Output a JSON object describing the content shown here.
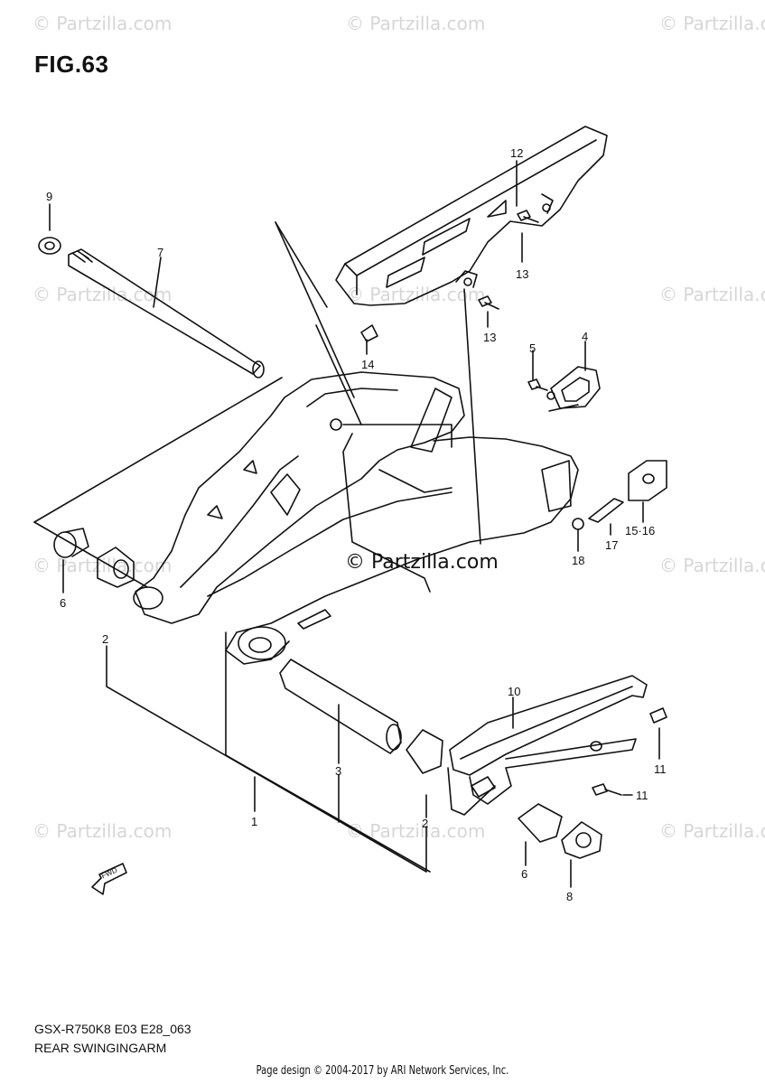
{
  "figure": {
    "title": "FIG.63"
  },
  "watermark": {
    "text": "© Partzilla.com"
  },
  "center_watermark": {
    "text": "© Partzilla.com"
  },
  "callouts": {
    "c1": "1",
    "c2a": "2",
    "c2b": "2",
    "c3": "3",
    "c4": "4",
    "c5": "5",
    "c6a": "6",
    "c6b": "6",
    "c7": "7",
    "c8": "8",
    "c9": "9",
    "c10": "10",
    "c11a": "11",
    "c11b": "11",
    "c12": "12",
    "c13a": "13",
    "c13b": "13",
    "c14": "14",
    "c1516": "15·16",
    "c17": "17",
    "c18": "18"
  },
  "fwd_label": "FWD",
  "footer": {
    "code": "GSX-R750K8 E03 E28_063",
    "name": "REAR SWINGINGARM",
    "credit": "Page design © 2004-2017 by ARI Network Services, Inc."
  }
}
